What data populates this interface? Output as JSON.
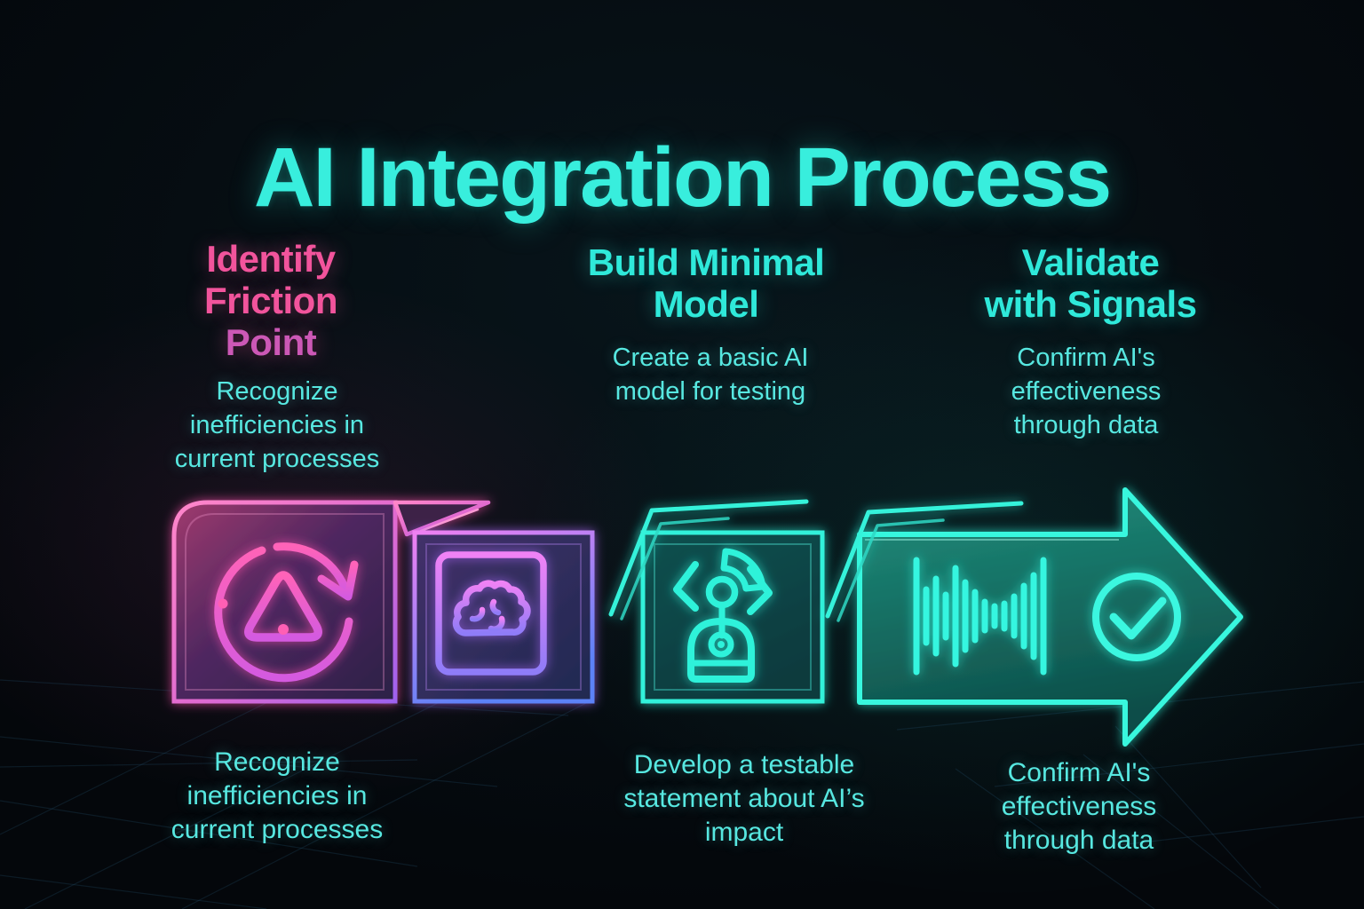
{
  "title": {
    "text": "AI Integration Process"
  },
  "palette": {
    "background": "#04070b",
    "title": "#38eedd",
    "pink_heading": "#f2549c",
    "pink_heading_last_line": "#cc58b6",
    "teal_heading": "#2fe9da",
    "body_text": "#57e8e1",
    "card1_accent": "#ff7cc4",
    "card2_accent": "#e87af2",
    "card3_accent": "#30f0d9",
    "arrow_accent": "#38f7de"
  },
  "headers": [
    {
      "lines": [
        "Identify",
        "Friction",
        "Point"
      ],
      "subtitle_lines": [
        "Recognize",
        "inefficiencies in",
        "current processes"
      ]
    },
    {
      "lines": [
        "Build Minimal",
        "Model"
      ],
      "subtitle_lines": [
        "Create a basic AI",
        "model for testing"
      ]
    },
    {
      "lines": [
        "Validate",
        "with Signals"
      ],
      "subtitle_lines": [
        "Confirm AI's",
        "effectiveness",
        "through data"
      ]
    }
  ],
  "captions": [
    {
      "lines": [
        "Recognize",
        "inefficiencies in",
        "current processes"
      ]
    },
    {
      "lines": [
        "Develop a testable",
        "statement about AI’s",
        "impact"
      ]
    },
    {
      "lines": [
        "Confirm AI's",
        "effectiveness",
        "through data"
      ]
    }
  ],
  "segments": [
    {
      "icon": "alert-refresh-icon"
    },
    {
      "icon": "document-brain-icon"
    },
    {
      "icon": "robot-sensor-icon"
    },
    {
      "icon": "waveform-icon",
      "icon_secondary": "check-circle-icon"
    }
  ]
}
